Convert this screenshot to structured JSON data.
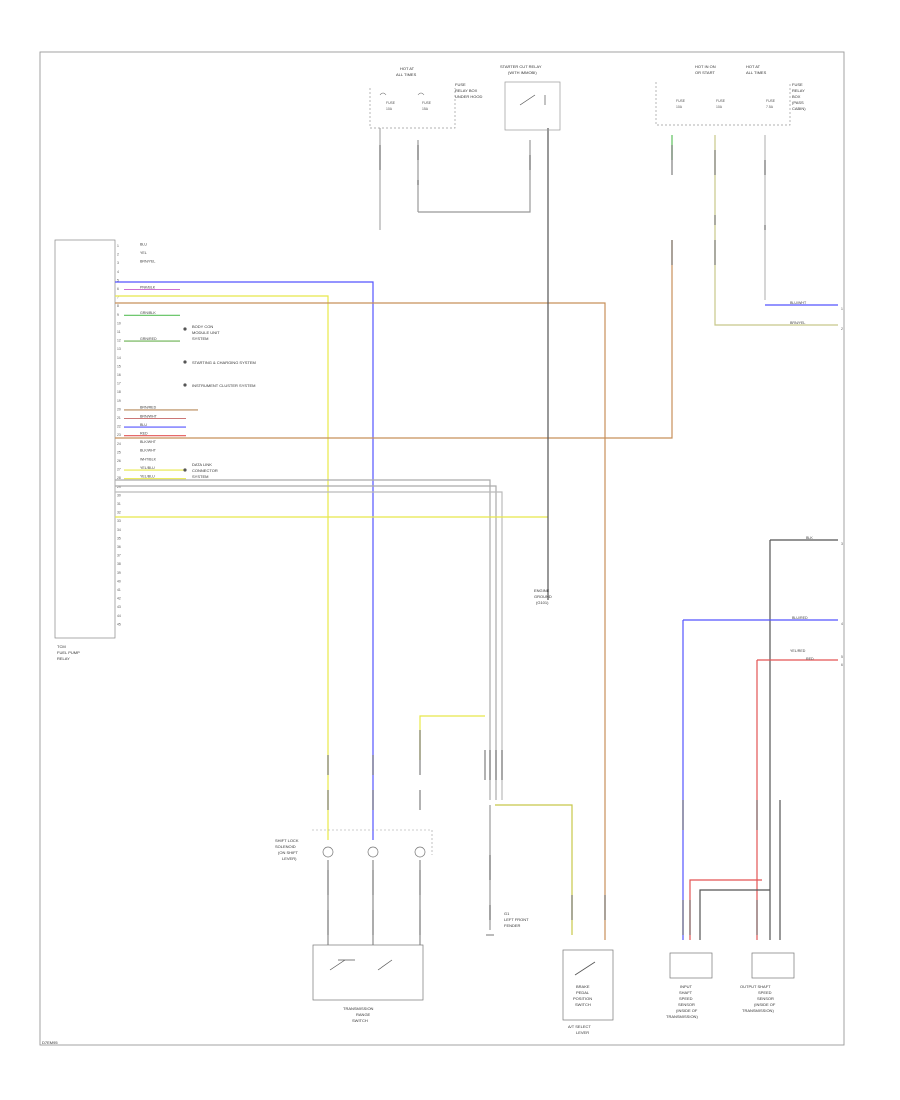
{
  "diagram": {
    "ecm_label": [
      "TCM",
      "FUEL PUMP",
      "RELAY"
    ],
    "ecm_pins": [
      "1",
      "2",
      "3",
      "4",
      "5",
      "6",
      "7",
      "8",
      "9",
      "10",
      "11",
      "12",
      "13",
      "14",
      "15",
      "16",
      "17",
      "18",
      "19",
      "20",
      "21",
      "22",
      "23",
      "24",
      "25",
      "26",
      "27",
      "28",
      "29",
      "30",
      "31",
      "32",
      "33",
      "34",
      "35",
      "36",
      "37",
      "38",
      "39",
      "40",
      "41",
      "42",
      "43",
      "44",
      "45"
    ],
    "ecm_wires": [
      {
        "pin": "1",
        "color": "BLU",
        "hex": "#5555ff"
      },
      {
        "pin": "2",
        "color": "YEL",
        "hex": "#e8e84a"
      },
      {
        "pin": "3",
        "color": "BRN/YEL",
        "hex": "#b8864e"
      },
      {
        "pin": "6",
        "color": "PNK/BLK",
        "hex": "#d070d0"
      },
      {
        "pin": "9",
        "color": "GRN/BLK",
        "hex": "#5cc05c"
      },
      {
        "pin": "12",
        "color": "GRN/RED",
        "hex": "#6ab050"
      },
      {
        "pin": "20",
        "color": "BRN/RED",
        "hex": "#b88a5a"
      },
      {
        "pin": "21",
        "color": "BRN/WHT",
        "hex": "#cc7777"
      },
      {
        "pin": "22",
        "color": "BLU",
        "hex": "#5555ff"
      },
      {
        "pin": "23",
        "color": "RED",
        "hex": "#e35555"
      },
      {
        "pin": "24",
        "color": "BLK/WHT",
        "hex": "#aaaaaa"
      },
      {
        "pin": "25",
        "color": "BLK/WHT",
        "hex": "#aaaaaa"
      },
      {
        "pin": "26",
        "color": "WHT/BLK",
        "hex": "#bbbbbb"
      },
      {
        "pin": "27",
        "color": "YEL/BLU",
        "hex": "#e8e84a"
      },
      {
        "pin": "28",
        "color": "YEL/BLU",
        "hex": "#e8e84a"
      }
    ],
    "side_notes": [
      {
        "id": "note-body-module",
        "lines": [
          "BODY CON",
          "MODULE UNIT",
          "SYSTEM"
        ]
      },
      {
        "id": "note-starting",
        "lines": [
          "STARTING & CHARGING SYSTEM"
        ]
      },
      {
        "id": "note-instrument",
        "lines": [
          "INSTRUMENT CLUSTER SYSTEM"
        ]
      },
      {
        "id": "note-data-link",
        "lines": [
          "DATA LINK",
          "CONNECTOR",
          "SYSTEM"
        ]
      }
    ],
    "top_fuse_block_1": [
      "HOT AT",
      "ALL TIMES",
      "FUSE",
      "10A",
      "FUSE",
      "15A"
    ],
    "top_fuse_block_1_side": [
      "FUSE",
      "RELAY BOX",
      "UNDER HOOD"
    ],
    "top_relay": [
      "STARTER CUT RELAY",
      "(WITH IMMOBI)"
    ],
    "top_fuse_block_2": [
      "HOT IN ON",
      "OR START",
      "FUSE",
      "10A",
      "FUSE",
      "10A"
    ],
    "top_fuse_block_3": [
      "HOT AT",
      "ALL TIMES",
      "FUSE",
      "7.5A"
    ],
    "top_fuse_block_3_side": [
      "FUSE",
      "RELAY",
      "BOX",
      "(PASS",
      "CABIN)"
    ],
    "right_connectors": [
      {
        "color": "BLU/WHT",
        "pin": "1"
      },
      {
        "color": "BRN/YEL",
        "pin": "2"
      }
    ],
    "right_lower_connectors": [
      {
        "color": "BLK",
        "pin": "3"
      },
      {
        "color": "BLU/RED",
        "pin": "4"
      },
      {
        "color": "YEL/RED",
        "pin": "5"
      },
      {
        "color": "RED",
        "pin": "6"
      }
    ],
    "ground_label": [
      "ENGINE",
      "GROUND",
      "(G101)"
    ],
    "ground_label_2": [
      "G1",
      "LEFT FRONT",
      "FENDER"
    ],
    "shift_lock": [
      "SHIFT LOCK",
      "SOLENOID",
      "(ON SHIFT",
      "LEVER)"
    ],
    "brake_switch": [
      "BRAKE",
      "PEDAL",
      "POSITION",
      "SWITCH"
    ],
    "neutral_switch": [
      "A/T SELECT",
      "LEVER"
    ],
    "range_switch": [
      "TRANSMISSION",
      "RANGE",
      "SWITCH"
    ],
    "cluster_1": [
      "INPUT",
      "SHAFT",
      "SPEED",
      "SENSOR",
      "(INSIDE OF",
      "TRANSMISSION)"
    ],
    "cluster_2": [
      "OUTPUT SHAFT",
      "SPEED",
      "SENSOR",
      "(INSIDE OF",
      "TRANSMISSION)"
    ],
    "bottom_left_mark": "D7EM95"
  }
}
